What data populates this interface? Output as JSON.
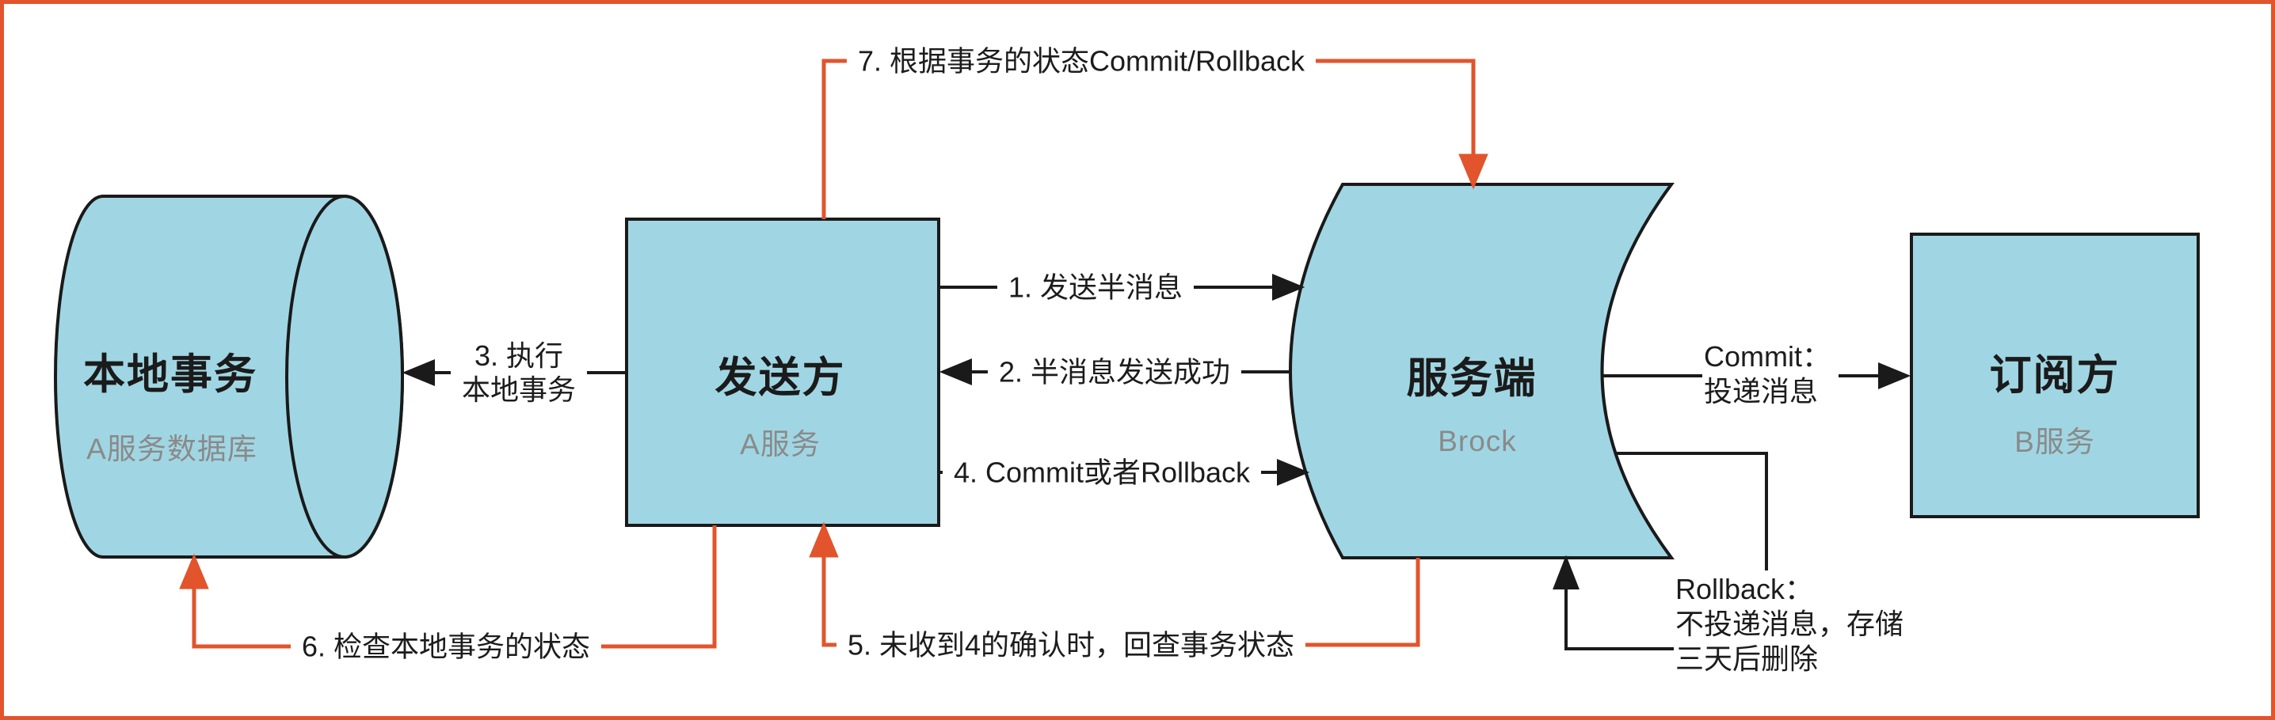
{
  "colors": {
    "canvas_background": "#ffffff",
    "frame_border": "#e2542c",
    "node_fill": "#a0d6e3",
    "node_stroke": "#1a1a1a",
    "orange_arrow": "#e2542c",
    "black_arrow": "#1a1a1a",
    "title_text": "#1b1b1b",
    "subtitle_text": "#8a8a8a"
  },
  "nodes": {
    "local_db": {
      "title": "本地事务",
      "subtitle": "A服务数据库"
    },
    "sender": {
      "title": "发送方",
      "subtitle": "A服务"
    },
    "broker": {
      "title": "服务端",
      "subtitle": "Brock"
    },
    "subscriber": {
      "title": "订阅方",
      "subtitle": "B服务"
    }
  },
  "edge_labels": {
    "step1": "1. 发送半消息",
    "step2": "2. 半消息发送成功",
    "step3_line1": "3. 执行",
    "step3_line2": "本地事务",
    "step4": "4. Commit或者Rollback",
    "step5": "5. 未收到4的确认时，回查事务状态",
    "step6": "6. 检查本地事务的状态",
    "step7": "7. 根据事务的状态Commit/Rollback",
    "commit_line1": "Commit：",
    "commit_line2": "投递消息",
    "rollback_line1": "Rollback：",
    "rollback_line2": "不投递消息，存储",
    "rollback_line3": "三天后删除"
  }
}
